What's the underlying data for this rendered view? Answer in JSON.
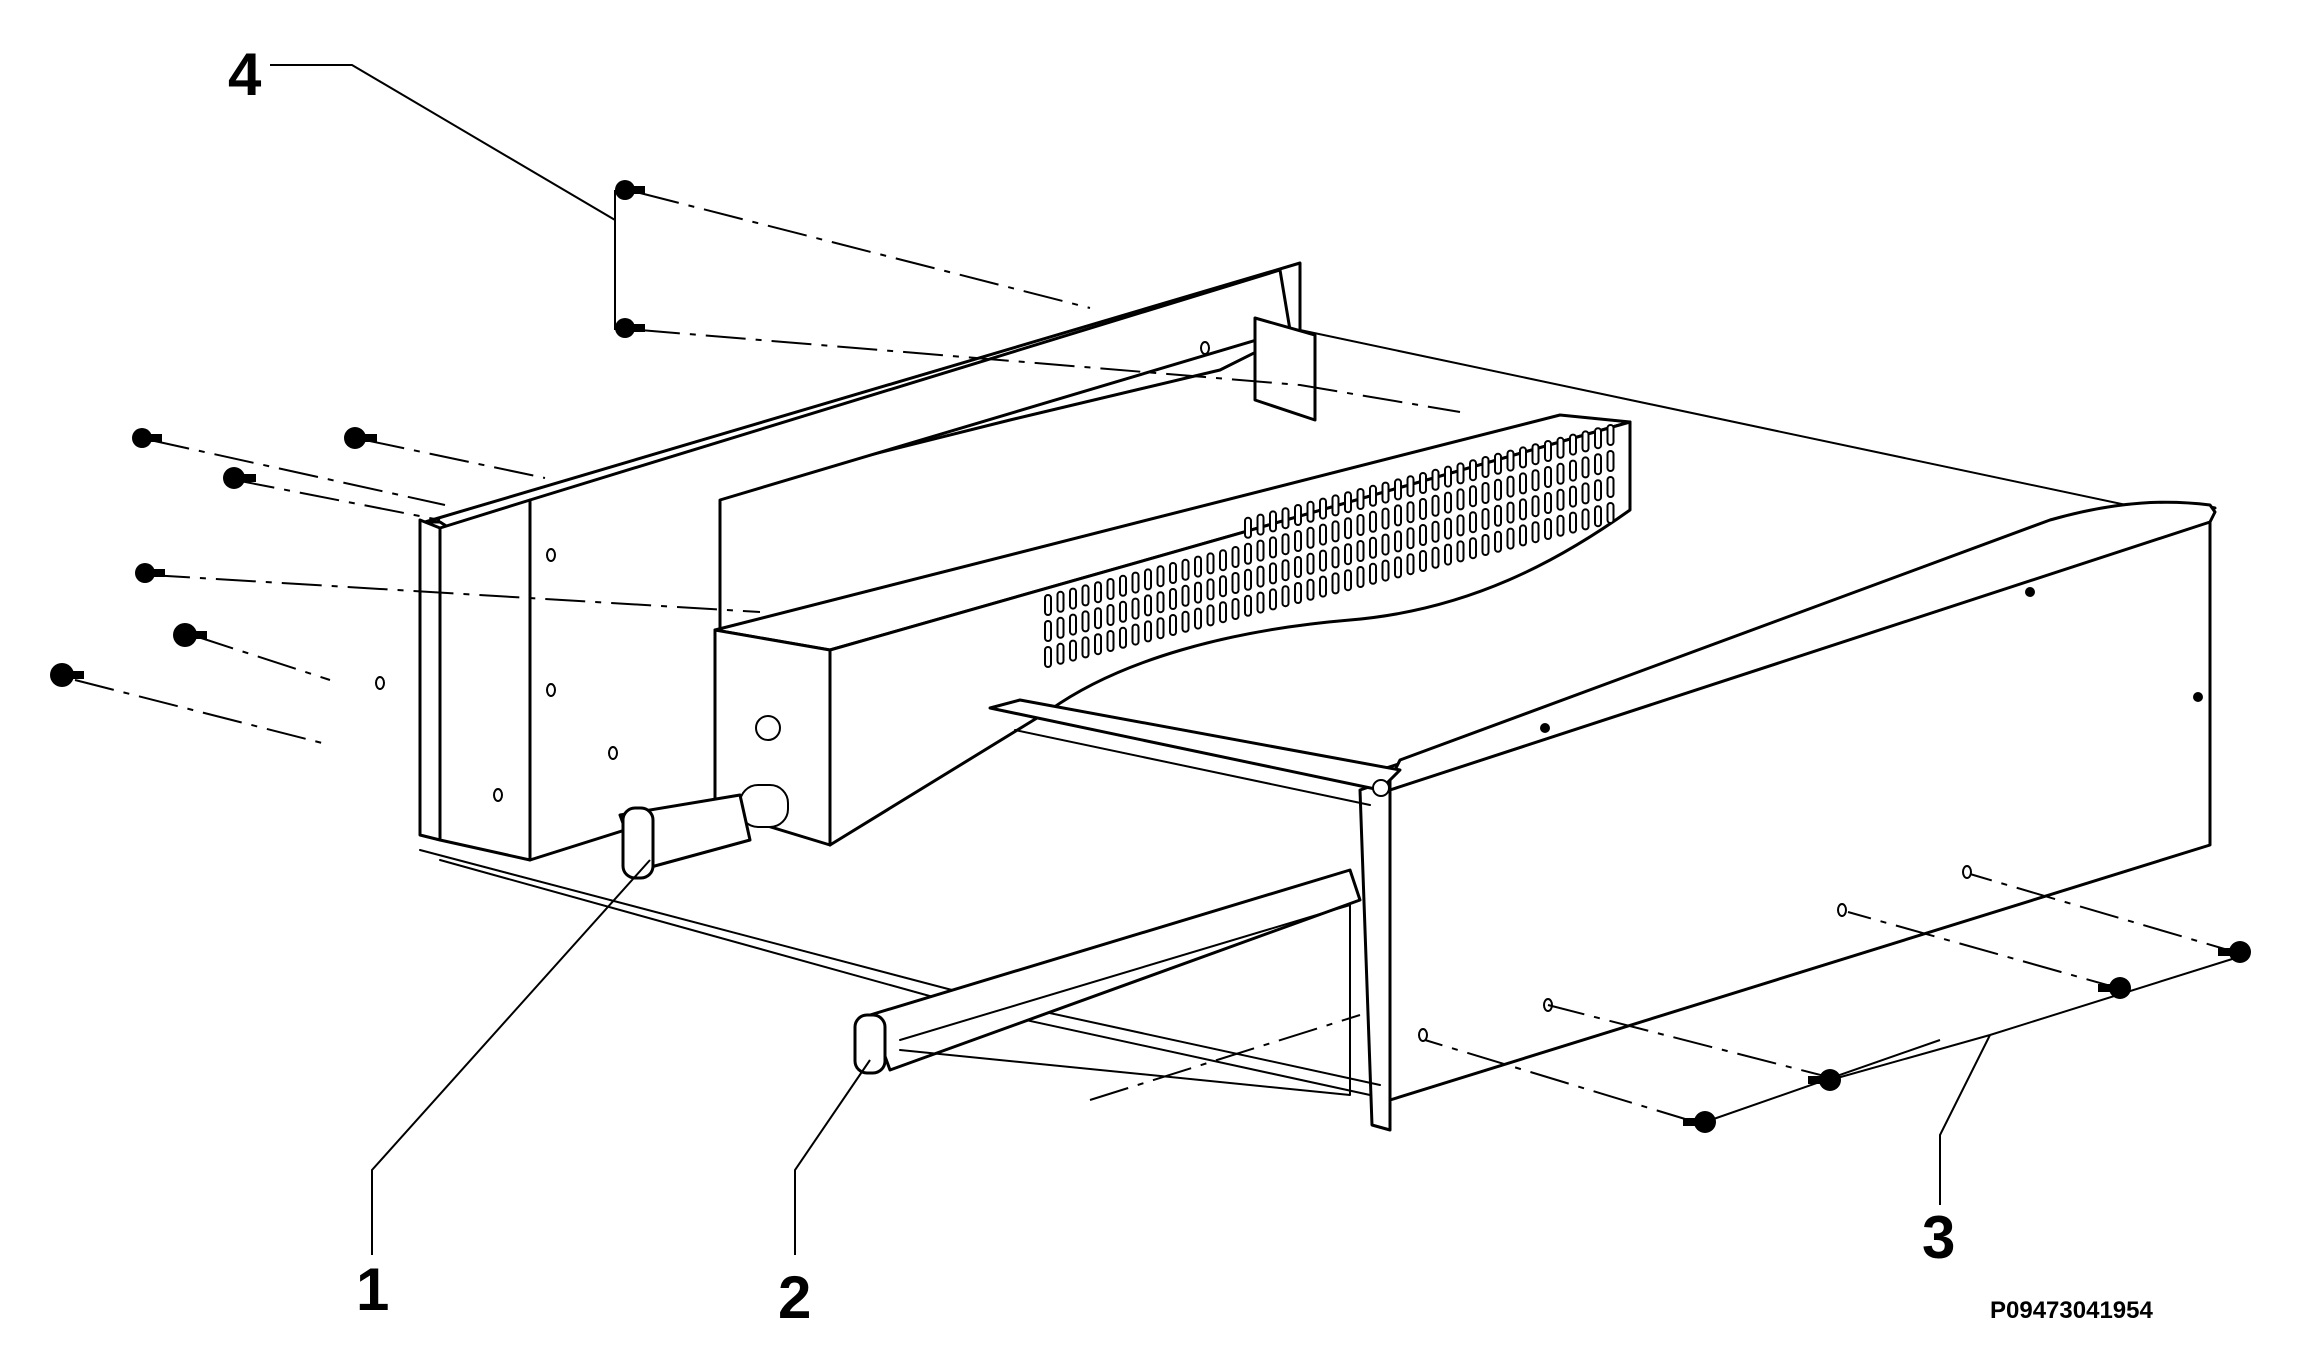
{
  "callouts": {
    "c1": "1",
    "c2": "2",
    "c3": "3",
    "c4": "4"
  },
  "reference_code": "P09473041954",
  "colors": {
    "line": "#000000",
    "background": "#ffffff"
  }
}
